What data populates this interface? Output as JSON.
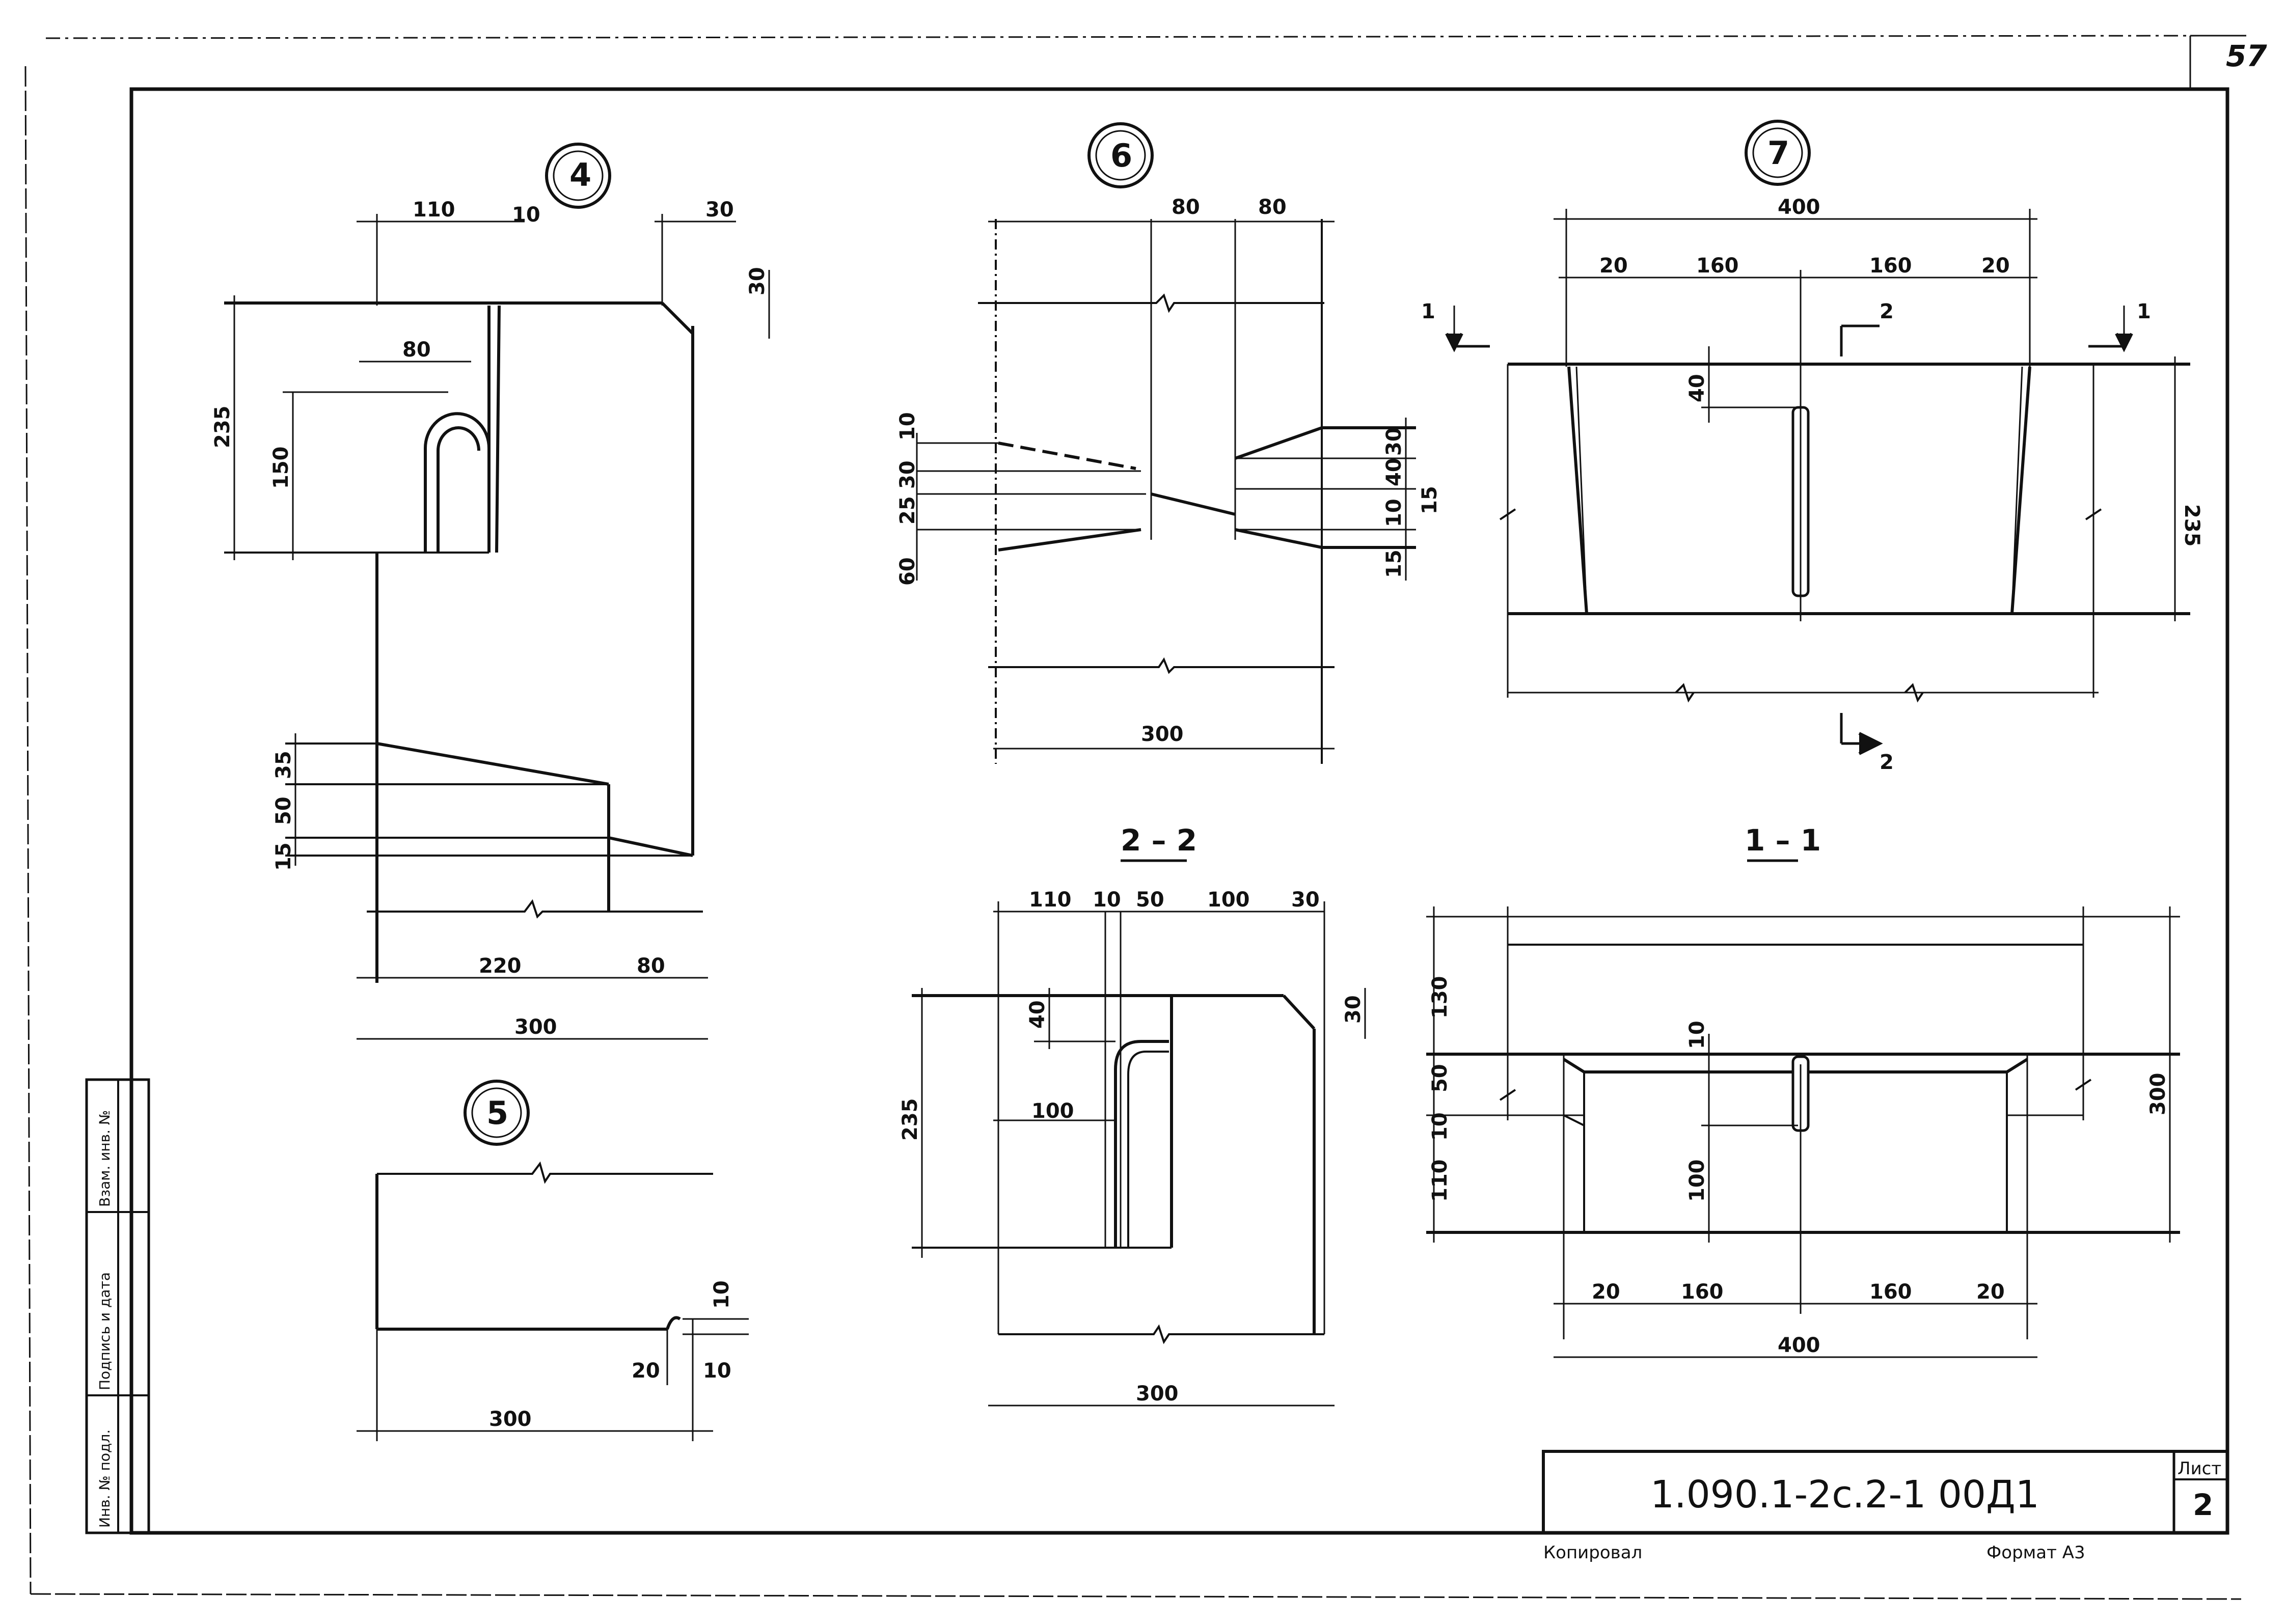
{
  "sheet": {
    "page_number": "57",
    "designation": "1.090.1-2с.2-1  00Д1",
    "sheet_label": "Лист",
    "sheet_number": "2",
    "copied_by": "Копировал",
    "format": "Формат А3"
  },
  "side_stamp": {
    "col1": "Инв. № подл.",
    "col2": "Подпись и дата",
    "col3": "Взам. инв. №"
  },
  "views": {
    "node4": {
      "label": "4",
      "dims": {
        "d110": "110",
        "d10": "10",
        "d30": "30",
        "d30v": "30",
        "d80": "80",
        "d235": "235",
        "d150": "150",
        "d35": "35",
        "d50": "50",
        "d15": "15",
        "d220": "220",
        "d80b": "80",
        "d300": "300"
      }
    },
    "node5": {
      "label": "5",
      "dims": {
        "d10v": "10",
        "d20": "20",
        "d10": "10",
        "d300": "300"
      }
    },
    "node6": {
      "label": "6",
      "dims": {
        "d80a": "80",
        "d80b": "80",
        "d10": "10",
        "d30": "30",
        "d25": "25",
        "d60": "60",
        "d30r": "30",
        "d40r": "40",
        "d10r": "10",
        "d15r": "15",
        "d15c": "15",
        "d300": "300"
      }
    },
    "node7": {
      "label": "7",
      "dims": {
        "d400": "400",
        "d20a": "20",
        "d160a": "160",
        "d160b": "160",
        "d20b": "20",
        "d40": "40",
        "d235": "235"
      },
      "cuts": {
        "c1": "1",
        "c2": "1",
        "c3": "2",
        "c4": "2"
      }
    },
    "sec22": {
      "label": "2 – 2",
      "dims": {
        "d110": "110",
        "d10": "10",
        "d50": "50",
        "d100": "100",
        "d30": "30",
        "d30v": "30",
        "d40": "40",
        "d100b": "100",
        "d235": "235",
        "d300": "300"
      }
    },
    "sec11": {
      "label": "1 – 1",
      "dims": {
        "d130": "130",
        "d10": "10",
        "d50": "50",
        "d10b": "10",
        "d110": "110",
        "d100": "100",
        "d300": "300",
        "d20a": "20",
        "d160a": "160",
        "d160b": "160",
        "d20b": "20",
        "d400": "400"
      }
    }
  }
}
